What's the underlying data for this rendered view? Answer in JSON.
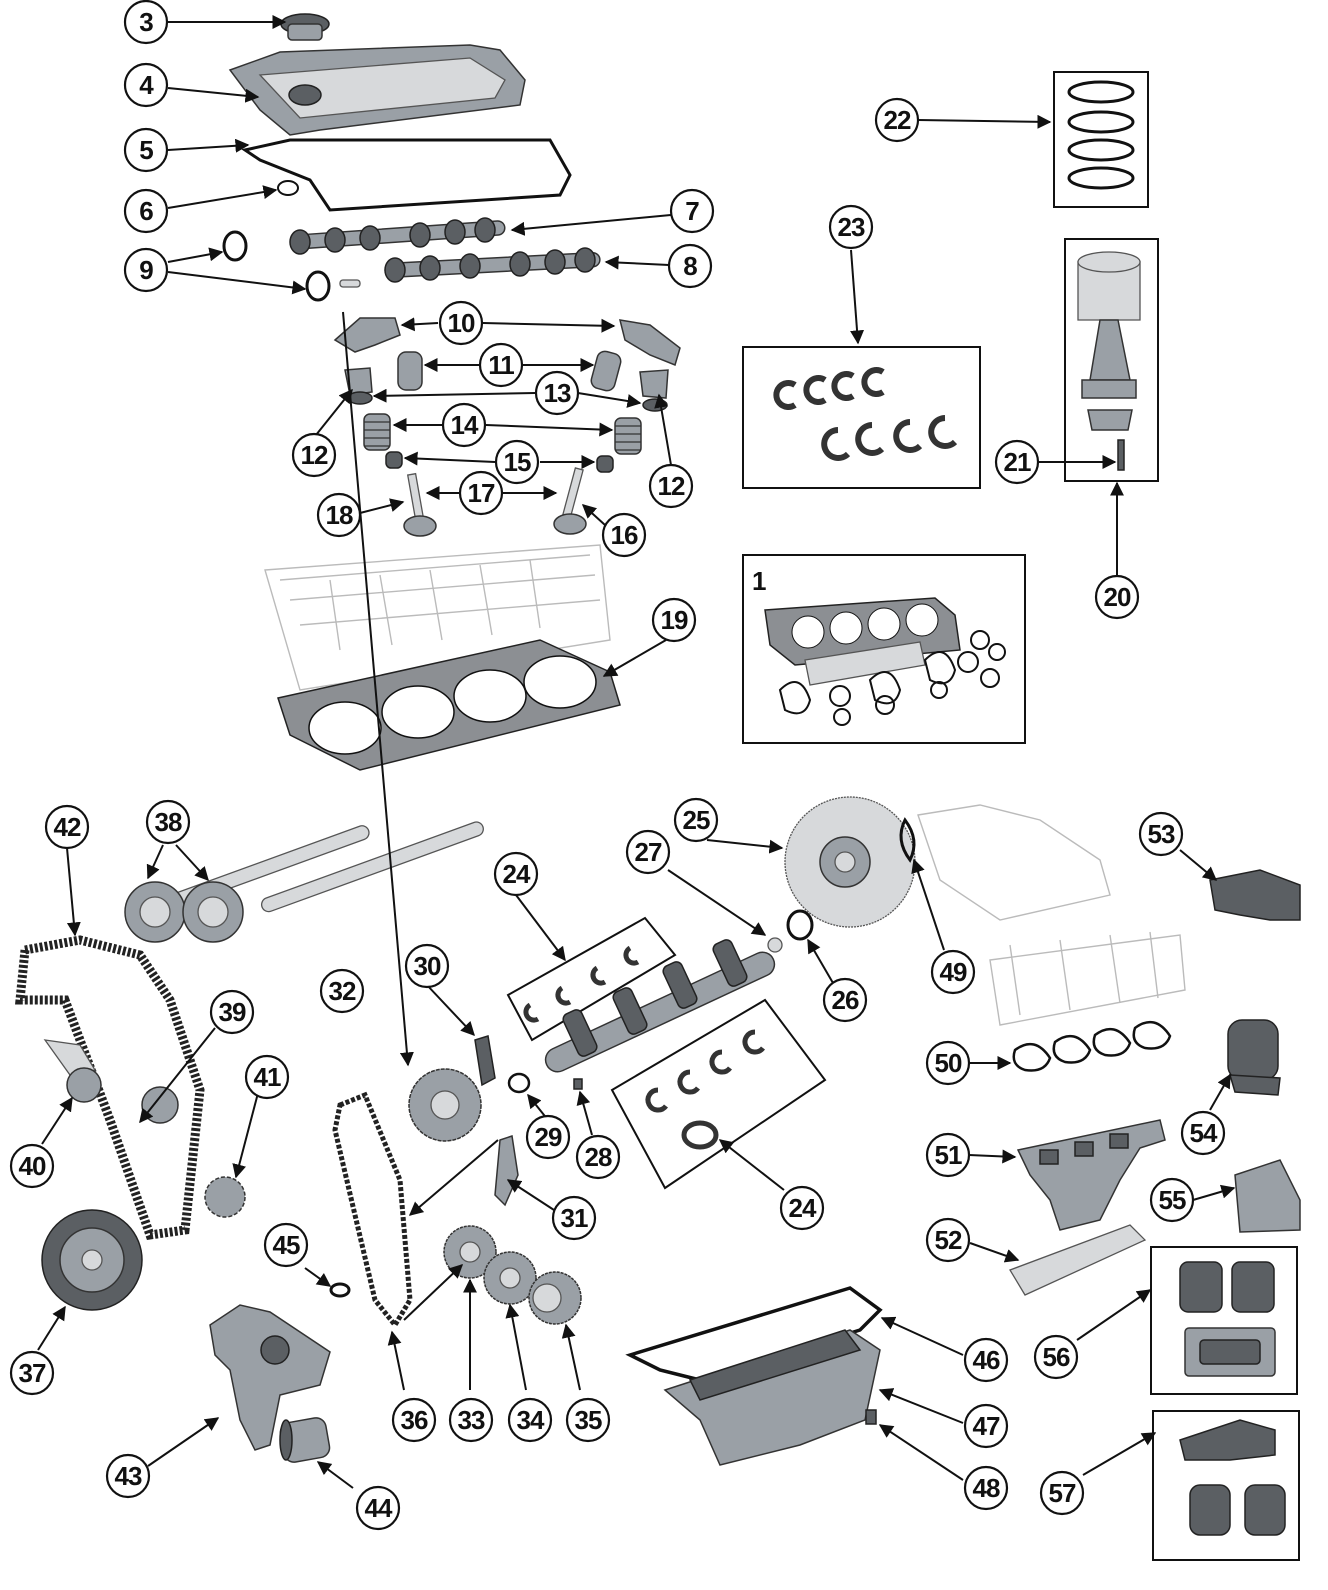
{
  "callouts": {
    "c1": "1",
    "c3": "3",
    "c4": "4",
    "c5": "5",
    "c6": "6",
    "c7": "7",
    "c8": "8",
    "c9": "9",
    "c10": "10",
    "c11": "11",
    "c12a": "12",
    "c12b": "12",
    "c13": "13",
    "c14": "14",
    "c15": "15",
    "c16": "16",
    "c17": "17",
    "c18": "18",
    "c19": "19",
    "c20": "20",
    "c21": "21",
    "c22": "22",
    "c23": "23",
    "c24a": "24",
    "c24b": "24",
    "c25": "25",
    "c26": "26",
    "c27": "27",
    "c28": "28",
    "c29": "29",
    "c30": "30",
    "c31": "31",
    "c32": "32",
    "c33": "33",
    "c34": "34",
    "c35": "35",
    "c36": "36",
    "c37": "37",
    "c38": "38",
    "c39": "39",
    "c40": "40",
    "c41": "41",
    "c42": "42",
    "c43": "43",
    "c44": "44",
    "c45": "45",
    "c46": "46",
    "c47": "47",
    "c48": "48",
    "c49": "49",
    "c50": "50",
    "c51": "51",
    "c52": "52",
    "c53": "53",
    "c54": "54",
    "c55": "55",
    "c56": "56",
    "c57": "57"
  }
}
